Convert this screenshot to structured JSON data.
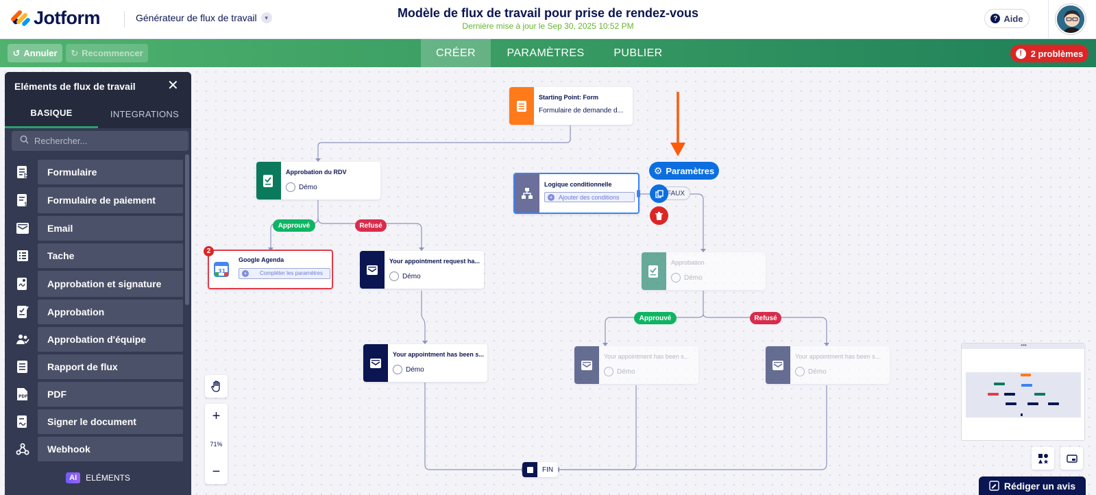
{
  "header": {
    "brand": "Jotform",
    "app_name": "Générateur de flux de travail",
    "title": "Modèle de flux de travail pour prise de rendez-vous",
    "last_updated": "Dernière mise à jour le Sep 30, 2025 10:52 PM",
    "help": "Aide"
  },
  "toolbar": {
    "undo": "Annuler",
    "redo": "Recommencer",
    "tabs": [
      "CRÉER",
      "PARAMÈTRES",
      "PUBLIER"
    ],
    "active_tab": "CRÉER",
    "problems": "2 problèmes"
  },
  "panel": {
    "title": "Eléments de flux de travail",
    "tabs": [
      "BASIQUE",
      "INTEGRATIONS"
    ],
    "search_placeholder": "Rechercher...",
    "items": [
      {
        "label": "Formulaire",
        "icon": "form-icon"
      },
      {
        "label": "Formulaire de paiement",
        "icon": "payment-form-icon"
      },
      {
        "label": "Email",
        "icon": "email-icon"
      },
      {
        "label": "Tache",
        "icon": "task-icon"
      },
      {
        "label": "Approbation et signature",
        "icon": "approval-signature-icon"
      },
      {
        "label": "Approbation",
        "icon": "approval-icon"
      },
      {
        "label": "Approbation d'équipe",
        "icon": "team-approval-icon"
      },
      {
        "label": "Rapport de flux",
        "icon": "flow-report-icon"
      },
      {
        "label": "PDF",
        "icon": "pdf-icon"
      },
      {
        "label": "Signer le document",
        "icon": "sign-document-icon"
      },
      {
        "label": "Webhook",
        "icon": "webhook-icon"
      }
    ],
    "ai": "AI",
    "ai_elements": "ELÉMENTS"
  },
  "nodes": {
    "start": {
      "title": "Starting Point: Form",
      "subtitle": "Formulaire de demande d..."
    },
    "rdv": {
      "title": "Approbation du RDV",
      "assignee": "Démo"
    },
    "cond": {
      "title": "Logique conditionnelle",
      "button": "Ajouter des conditions"
    },
    "gcal": {
      "title": "Google Agenda",
      "button": "Compléter les paramètres",
      "badge": "2"
    },
    "email1": {
      "title": "Your appointment request ha...",
      "assignee": "Démo"
    },
    "email2": {
      "title": "Your appointment has been s...",
      "assignee": "Démo"
    },
    "approval": {
      "title": "Approbation",
      "assignee": "Démo"
    },
    "email3": {
      "title": "Your appointment has been s...",
      "assignee": "Démo"
    },
    "email4": {
      "title": "Your appointment has been s...",
      "assignee": "Démo"
    },
    "end": "FIN"
  },
  "pills": {
    "approved": "Approuvé",
    "refused": "Refusé",
    "false": "FAUX",
    "settings": "Paramètres"
  },
  "zoom": "71%",
  "review": "Rédiger un avis",
  "colors": {
    "green": "#2ba06a",
    "red": "#dc2626",
    "navy": "#0a1551",
    "orange": "#ff7a1a",
    "teal": "#0b7a5c",
    "purple": "#6b6f9a",
    "blue": "#0d6ee0"
  }
}
